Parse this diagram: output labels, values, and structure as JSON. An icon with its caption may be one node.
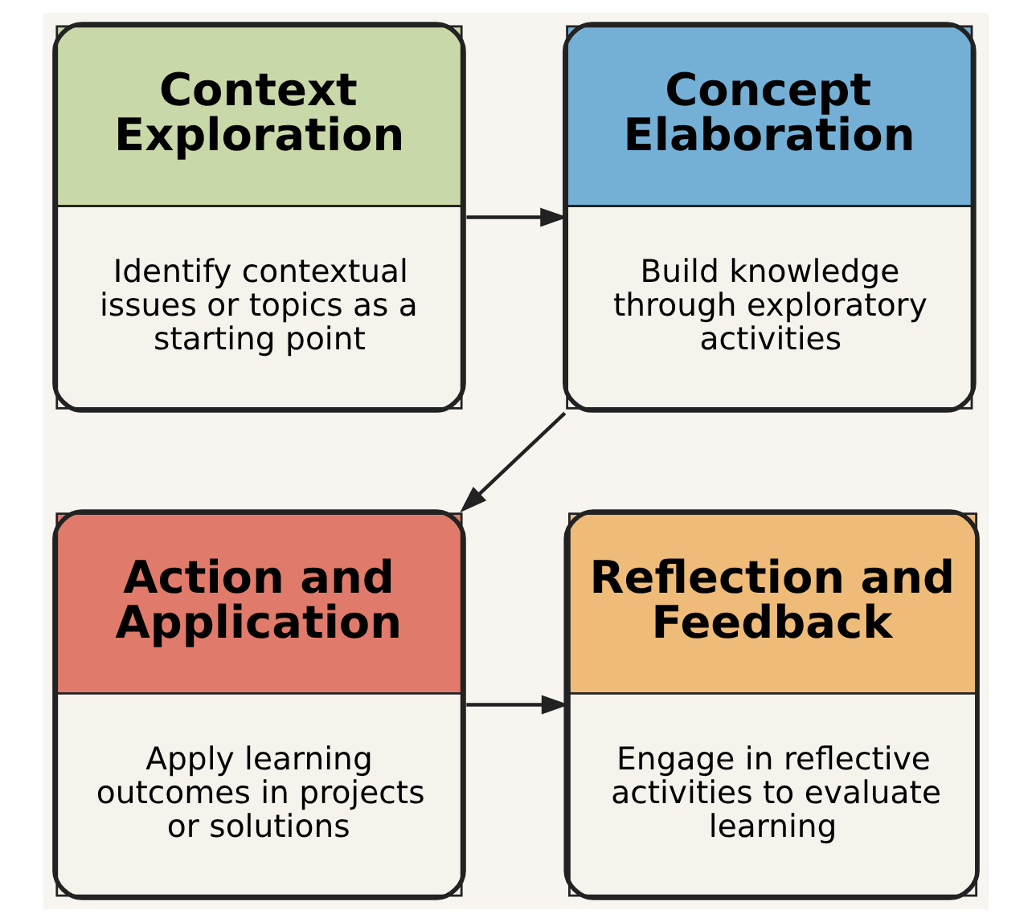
{
  "diagram": {
    "nodes": [
      {
        "text": [
          "Context Exploration",
          "Identify contextual issues or topics as a starting point"
        ]
      },
      {
        "text": [
          "Concept Elaboration",
          "Build knowledge through exploratory activities"
        ]
      },
      {
        "text": [
          "Reflection and Feedback",
          "Engage in reflective activities to evaluate learning"
        ]
      },
      {
        "text": [
          "Action and Application",
          "Apply learning outcomes in projects or solutions"
        ]
      }
    ],
    "edges": [
      {
        "from": 0,
        "to": 1,
        "arrow": "to"
      },
      {
        "from": 1,
        "to": 3,
        "arrow": "to"
      },
      {
        "from": 3,
        "to": 2,
        "arrow": "to"
      }
    ]
  }
}
